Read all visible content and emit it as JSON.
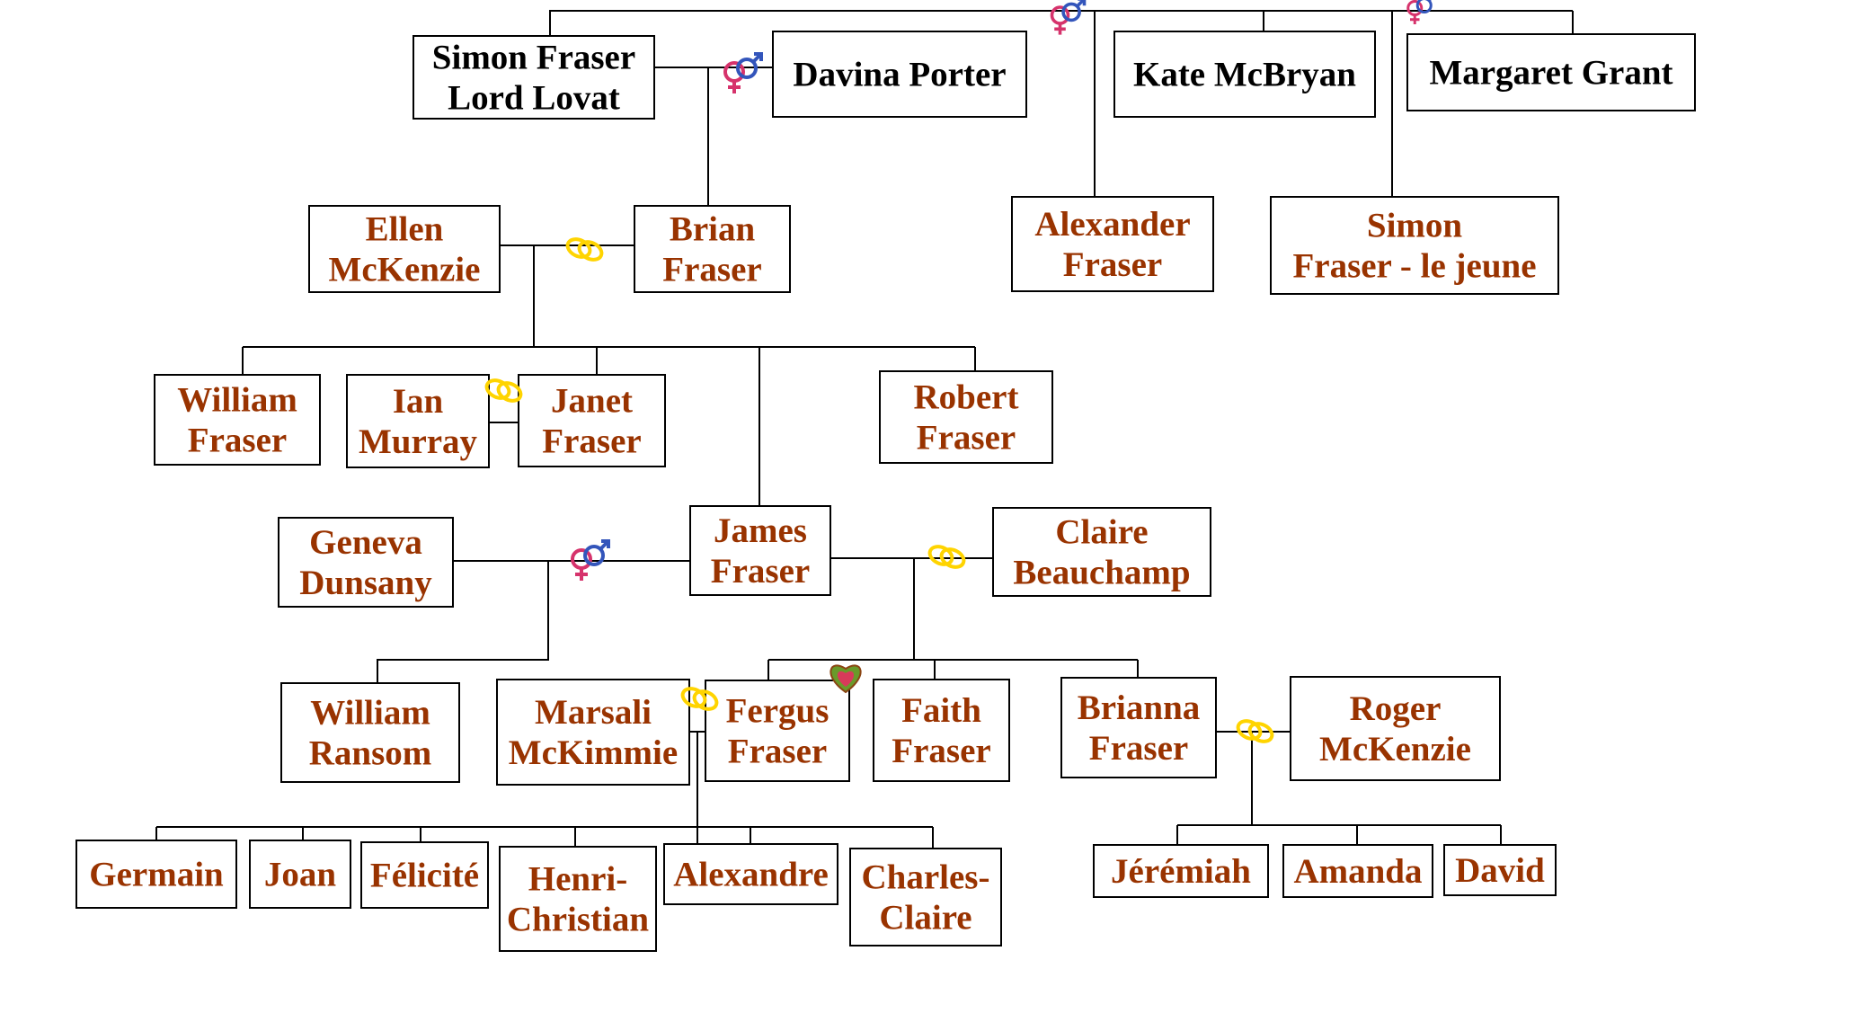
{
  "people": {
    "simon_lovat": {
      "lines": [
        "Simon Fraser",
        "Lord Lovat"
      ],
      "color": "#000000"
    },
    "davina": {
      "lines": [
        "Davina Porter"
      ],
      "color": "#000000"
    },
    "kate": {
      "lines": [
        "Kate McBryan"
      ],
      "color": "#000000"
    },
    "margaret": {
      "lines": [
        "Margaret Grant"
      ],
      "color": "#000000"
    },
    "ellen": {
      "lines": [
        "Ellen",
        "McKenzie"
      ],
      "color": "#993300"
    },
    "brian": {
      "lines": [
        "Brian",
        "Fraser"
      ],
      "color": "#993300"
    },
    "alexander": {
      "lines": [
        "Alexander",
        "Fraser"
      ],
      "color": "#993300"
    },
    "simon_jeune": {
      "lines": [
        "Simon",
        "Fraser - le jeune"
      ],
      "color": "#993300"
    },
    "william_f": {
      "lines": [
        "William",
        "Fraser"
      ],
      "color": "#993300"
    },
    "ian": {
      "lines": [
        "Ian",
        "Murray"
      ],
      "color": "#993300"
    },
    "janet": {
      "lines": [
        "Janet",
        "Fraser"
      ],
      "color": "#993300"
    },
    "robert": {
      "lines": [
        "Robert",
        "Fraser"
      ],
      "color": "#993300"
    },
    "geneva": {
      "lines": [
        "Geneva",
        "Dunsany"
      ],
      "color": "#993300"
    },
    "james": {
      "lines": [
        "James",
        "Fraser"
      ],
      "color": "#993300"
    },
    "claire": {
      "lines": [
        "Claire",
        "Beauchamp"
      ],
      "color": "#993300"
    },
    "william_r": {
      "lines": [
        "William",
        "Ransom"
      ],
      "color": "#993300"
    },
    "marsali": {
      "lines": [
        "Marsali",
        "McKimmie"
      ],
      "color": "#993300"
    },
    "fergus": {
      "lines": [
        "Fergus",
        "Fraser"
      ],
      "color": "#993300"
    },
    "faith": {
      "lines": [
        "Faith",
        "Fraser"
      ],
      "color": "#993300"
    },
    "brianna": {
      "lines": [
        "Brianna",
        "Fraser"
      ],
      "color": "#993300"
    },
    "roger": {
      "lines": [
        "Roger",
        "McKenzie"
      ],
      "color": "#993300"
    },
    "germain": {
      "lines": [
        "Germain"
      ],
      "color": "#993300"
    },
    "joan": {
      "lines": [
        "Joan"
      ],
      "color": "#993300"
    },
    "felicite": {
      "lines": [
        "Félicité"
      ],
      "color": "#993300"
    },
    "henri": {
      "lines": [
        "Henri-",
        "Christian"
      ],
      "color": "#993300"
    },
    "alexandre": {
      "lines": [
        "Alexandre"
      ],
      "color": "#993300"
    },
    "charles": {
      "lines": [
        "Charles-",
        "Claire"
      ],
      "color": "#993300"
    },
    "jeremiah": {
      "lines": [
        "Jérémiah"
      ],
      "color": "#993300"
    },
    "amanda": {
      "lines": [
        "Amanda"
      ],
      "color": "#993300"
    },
    "david": {
      "lines": [
        "David"
      ],
      "color": "#993300"
    }
  },
  "icons": {
    "ring": {
      "name": "wedding-rings-icon",
      "color": "#ffd400"
    },
    "gender": {
      "name": "gender-symbols-icon",
      "female_color": "#d6336c",
      "male_color": "#3355bb"
    },
    "heart": {
      "name": "heart-icon",
      "colors": [
        "#6a9a2a",
        "#d83a5a",
        "#8b4513"
      ]
    }
  }
}
